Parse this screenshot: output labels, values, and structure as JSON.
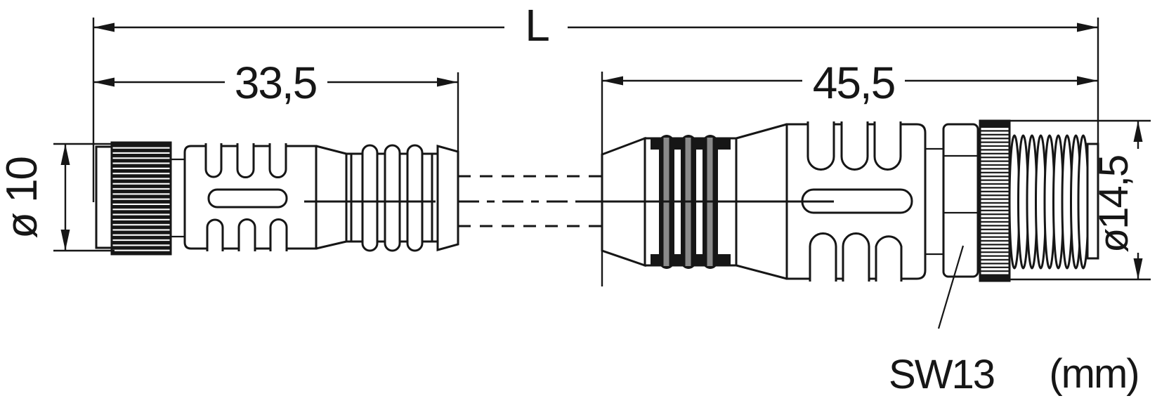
{
  "drawing": {
    "unit_note": "(mm)",
    "dimensions": {
      "overall_length": "L",
      "left_connector_length": "33,5",
      "right_connector_length": "45,5",
      "left_connector_diameter": "ø 10",
      "right_connector_diameter": "ø14,5",
      "wrench_size": "SW13"
    },
    "colors": {
      "line": "#161616",
      "seal_ring_gray": "#8a8a8a",
      "background": "#ffffff"
    }
  }
}
